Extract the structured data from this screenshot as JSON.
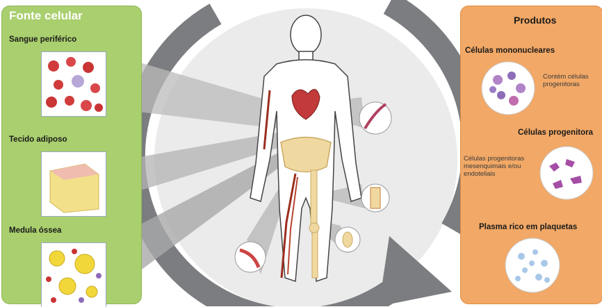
{
  "left": {
    "title": "Fonte celular",
    "sources": [
      {
        "label": "Sangue periférico"
      },
      {
        "label": "Tecido adiposo"
      },
      {
        "label": "Medula óssea"
      }
    ]
  },
  "right": {
    "title": "Produtos",
    "products": [
      {
        "label": "Células mononucleares",
        "note": "Contém células progenitoras"
      },
      {
        "label": "Células progenitora",
        "note": "Células progenitoras mesenquimais e/ou endoteliais"
      },
      {
        "label": "Plasma rico em plaquetas"
      }
    ]
  },
  "colors": {
    "left_panel": "#a9cf6e",
    "right_panel": "#f2a866",
    "cycle_arrow": "#7b7d80",
    "body": "#ffffff"
  }
}
